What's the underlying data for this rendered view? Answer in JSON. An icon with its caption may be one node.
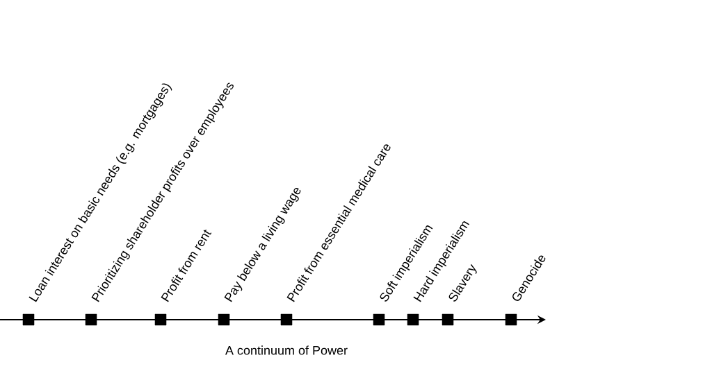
{
  "diagram": {
    "caption": "A continuum of Power",
    "nodes": [
      {
        "text": [],
        "shape": "box",
        "beside": [
          "Loan interest on basic needs (e.g. mortgages)"
        ]
      },
      {
        "text": [],
        "shape": "box",
        "beside": [
          "Prioritizing shareholder profits over employees"
        ]
      },
      {
        "text": [],
        "shape": "box",
        "beside": [
          "Profit from rent"
        ]
      },
      {
        "text": [],
        "shape": "box",
        "beside": [
          "Pay below a living wage"
        ]
      },
      {
        "text": [],
        "shape": "box",
        "beside": [
          "Profit from essential medical care"
        ]
      },
      {
        "text": [],
        "shape": "box",
        "beside": [
          "Soft imperialism"
        ]
      },
      {
        "text": [],
        "shape": "box",
        "beside": [
          "Hard imperialism"
        ]
      },
      {
        "text": [],
        "shape": "box",
        "beside": [
          "Slavery"
        ]
      },
      {
        "text": [],
        "shape": "box",
        "beside": [
          "Genocide"
        ]
      }
    ]
  }
}
